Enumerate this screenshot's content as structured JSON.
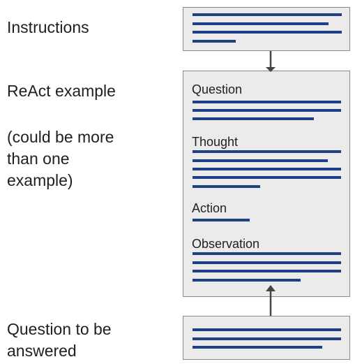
{
  "left_labels": {
    "instructions": "Instructions",
    "react_example": "ReAct example",
    "could_be_more_line1": "(could be more",
    "could_be_more_line2": "than one",
    "could_be_more_line3": "example)",
    "question_line1": "Question to be",
    "question_line2": "answered"
  },
  "react_box": {
    "question": "Question",
    "thought": "Thought",
    "action": "Action",
    "observation": "Observation"
  },
  "colors": {
    "line": "#1f3f86",
    "box_fill": "#ebebeb",
    "box_border": "#8a8a8a",
    "arrow": "#444444"
  }
}
